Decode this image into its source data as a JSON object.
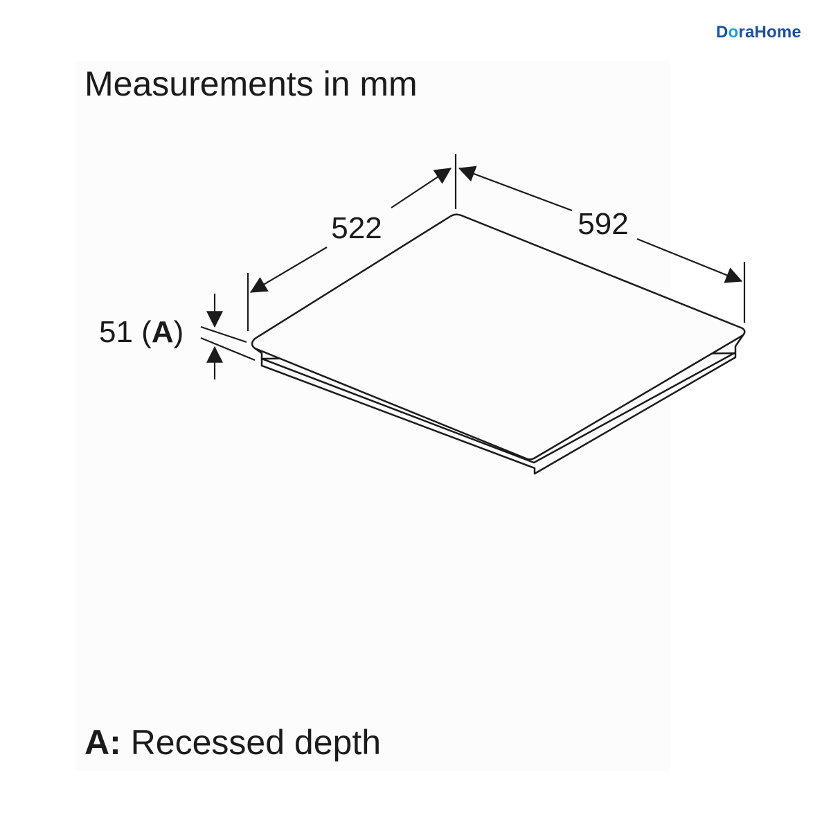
{
  "brand": {
    "logo_part1": "D",
    "logo_part2": "o",
    "logo_part3": "raHome",
    "logo_color": "#1c4f9c",
    "logo_accent": "#1f9be0"
  },
  "title": "Measurements in mm",
  "dimensions": {
    "depth": "522",
    "width": "592",
    "height_value": "51 (",
    "height_marker": "A",
    "height_close": ")"
  },
  "legend": {
    "key": "A:",
    "description": "Recessed depth"
  }
}
